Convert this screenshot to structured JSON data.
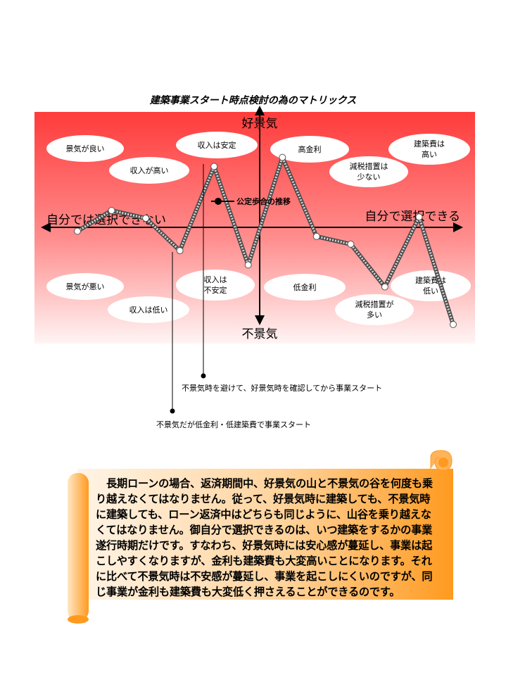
{
  "title": "建築事業スタート時点検討の為のマトリックス",
  "axes": {
    "top": "好景気",
    "bottom": "不景気",
    "left": "自分では選択できない",
    "right": "自分で選択できる"
  },
  "ovals": {
    "keiki_yoi": "景気が良い",
    "shunyu_takai": "収入が高い",
    "shunyu_antei_1": "収入は安定",
    "kokinri": "高金利",
    "genzei_sukunai_1": "減税措置は",
    "genzei_sukunai_2": "少ない",
    "kenchikuhi_takai_1": "建築費は",
    "kenchikuhi_takai_2": "高い",
    "keiki_warui": "景気が悪い",
    "shunyu_hikui": "収入は低い",
    "shunyu_fuantei_1": "収入は",
    "shunyu_fuantei_2": "不安定",
    "teikinri": "低金利",
    "genzei_ooi_1": "減税措置が",
    "genzei_ooi_2": "多い",
    "kenchikuhi_hikui_1": "建築費は",
    "kenchikuhi_hikui_2": "低い"
  },
  "legend": "公定歩合の推移",
  "annotations": {
    "first": "不景気時を避けて、好景気時を確認してから事業スタート",
    "second": "不景気だが低金利・低建築費で事業スタート"
  },
  "scroll_text": "　長期ローンの場合、返済期間中、好景気の山と不景気の谷を何度も乗り越えなくてはなりません。従って、好景気時に建築しても、不景気時に建築しても、ローン返済中はどちらも同じように、山谷を乗り越えなくてはなりません。御自分で選択できるのは、いつ建築をするかの事業遂行時期だけです。すなわち、好景気時には安心感が蔓延し、事業は起こしやすくなりますが、金利も建築費も大変高いことになります。それに比べて不景気時は不安感が蔓延し、事業を起こしにくいのですが、同じ事業が金利も建築費も大変低く押さえることができるのです。",
  "colors": {
    "panel_top": "#ff3b3b",
    "panel_bottom": "#fff2f2",
    "scroll_light": "#fff1de",
    "scroll_orange": "#ff9a1f"
  },
  "chart_data": {
    "type": "line",
    "series": [
      {
        "values": [
          -0.06,
          0.26,
          0.14,
          -0.36,
          0.94,
          -0.58,
          1.08,
          -0.14,
          -0.26,
          -0.92,
          0.16,
          -1.5
        ]
      }
    ],
    "ylim": [
      -1.6,
      1.6
    ]
  }
}
